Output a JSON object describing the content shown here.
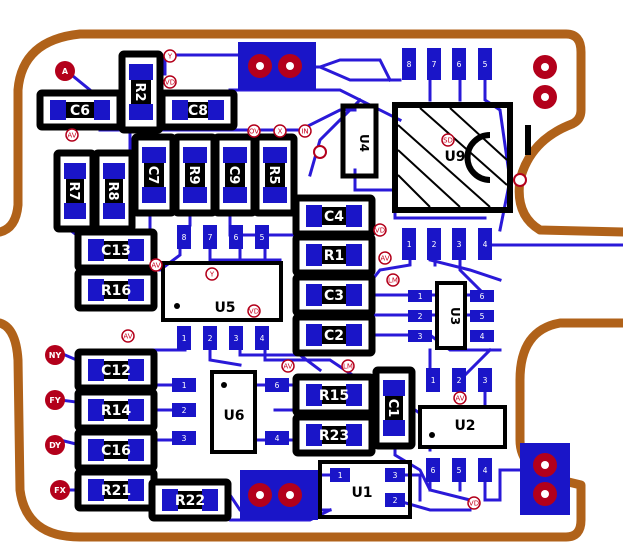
{
  "colors": {
    "outline": "#b0621a",
    "trace": "#2a19d8",
    "pad": "#1a15c8",
    "silk": "#000000",
    "via": "#b3001b",
    "background": "#ffffff"
  },
  "components": {
    "C6": "C6",
    "R2": "R2",
    "C8": "C8",
    "R7": "R7",
    "R8": "R8",
    "C7": "C7",
    "R9": "R9",
    "C9": "C9",
    "R5": "R5",
    "C13": "C13",
    "R16": "R16",
    "C4": "C4",
    "R1": "R1",
    "C3": "C3",
    "C2": "C2",
    "U5": "U5",
    "U9": "U9",
    "U3": "U3",
    "U4": "U4",
    "C12": "C12",
    "R14": "R14",
    "C16": "C16",
    "R21": "R21",
    "R22": "R22",
    "U6": "U6",
    "R15": "R15",
    "R23": "R23",
    "C1": "C1",
    "U2": "U2",
    "U1": "U1"
  },
  "test_points": {
    "tp1": "A",
    "tp2": "NY",
    "tp3": "FY",
    "tp4": "DY",
    "tp5": "FX"
  },
  "via_labels": {
    "v1": "Y",
    "v2": "VD",
    "v3": "AV",
    "v4": "OV",
    "v5": "X",
    "v6": "IN",
    "v7": "SD",
    "v8": "VD",
    "v9": "AV",
    "v10": "AV",
    "v11": "Y",
    "v12": "VD",
    "v13": "LM",
    "v14": "AV",
    "v15": "AV",
    "v16": "LM",
    "v17": "AV",
    "v18": "VD"
  },
  "pin_labels": {
    "one": "1",
    "two": "2",
    "three": "3",
    "four": "4",
    "five": "5",
    "six": "6",
    "seven": "7",
    "eight": "8"
  }
}
